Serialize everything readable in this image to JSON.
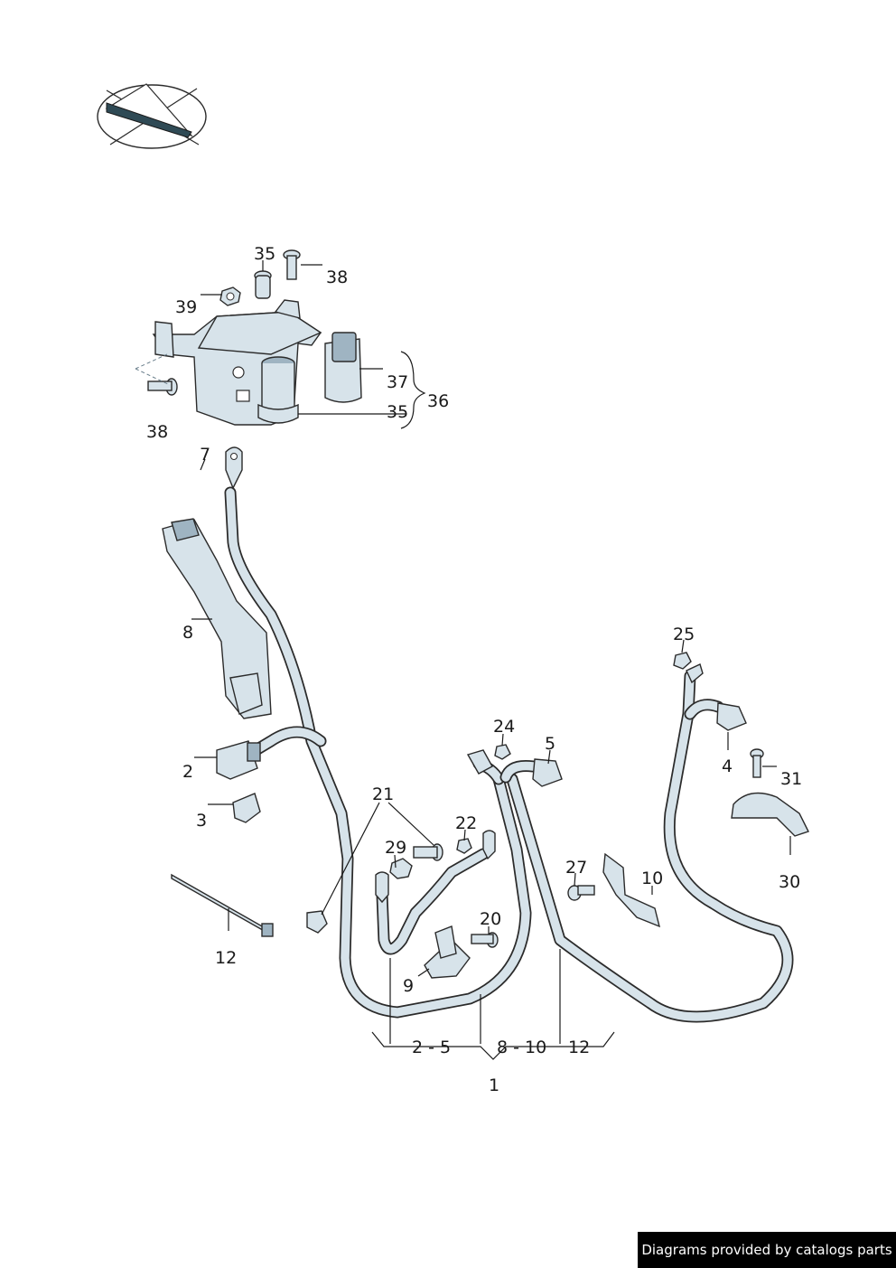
{
  "compass": {
    "icon": "compass-icon"
  },
  "callouts": {
    "c35a": "35",
    "c38a": "38",
    "c39": "39",
    "c37": "37",
    "c36": "36",
    "c35b": "35",
    "c38b": "38",
    "c7": "7",
    "c8": "8",
    "c2": "2",
    "c3": "3",
    "c12a": "12",
    "c21": "21",
    "c29": "29",
    "c22": "22",
    "c24": "24",
    "c5": "5",
    "c20": "20",
    "c9": "9",
    "c27": "27",
    "c10": "10",
    "c25": "25",
    "c4": "4",
    "c31": "31",
    "c30": "30",
    "g25": "2 - 5",
    "g810": "8 - 10",
    "g12": "12",
    "c1": "1"
  },
  "footer": {
    "text": "Diagrams provided by catalogs parts"
  }
}
